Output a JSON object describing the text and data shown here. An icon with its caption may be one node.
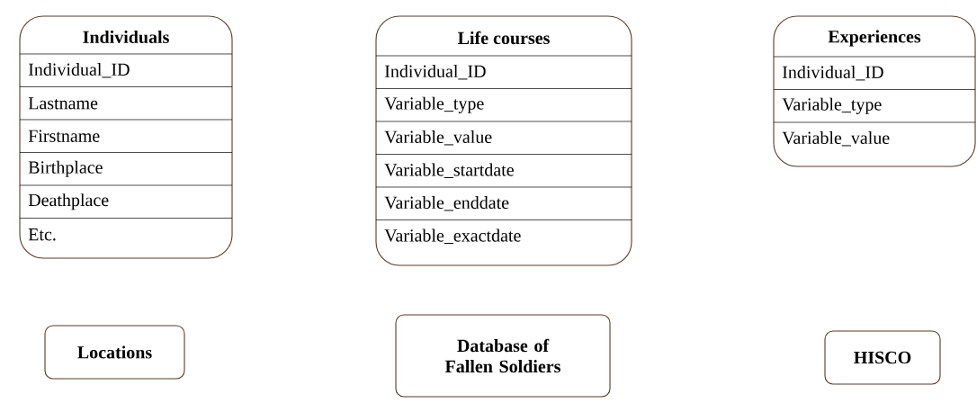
{
  "diagram": {
    "nodes": [
      {
        "text": [
          "Individuals",
          "Individual_ID",
          "Lastname",
          "Firstname",
          "Birthplace",
          "Deathplace",
          "Etc."
        ]
      },
      {
        "text": [
          "Life courses",
          "Individual_ID",
          "Variable_type",
          "Variable_value",
          "Variable_startdate",
          "Variable_enddate",
          "Variable_exactdate"
        ]
      },
      {
        "text": [
          "Experiences",
          "Individual_ID",
          "Variable_type",
          "Variable_value"
        ]
      },
      {
        "text": [
          "Locations"
        ]
      },
      {
        "text": [
          "Database of Fallen Soldiers"
        ]
      },
      {
        "text": [
          "HISCO"
        ]
      }
    ]
  }
}
